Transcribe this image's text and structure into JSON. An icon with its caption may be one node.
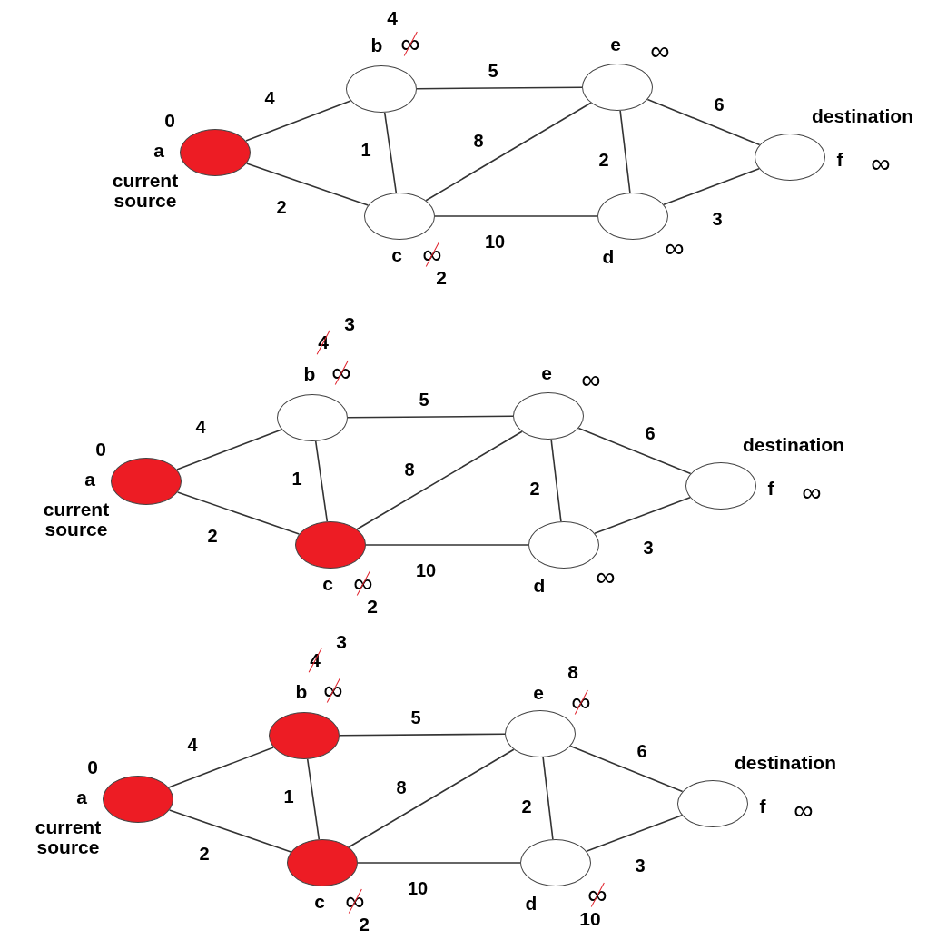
{
  "diagram": {
    "nodes": [
      {
        "text": [],
        "shape": "circle",
        "beside": [
          "0",
          "a",
          "current source"
        ]
      },
      {
        "text": [],
        "shape": "circle",
        "beside": [
          "4",
          "b",
          "∞"
        ]
      },
      {
        "text": [],
        "shape": "circle",
        "beside": [
          "c",
          "∞",
          "2"
        ]
      },
      {
        "text": [],
        "shape": "circle",
        "beside": [
          "e",
          "∞"
        ]
      },
      {
        "text": [],
        "shape": "circle",
        "beside": [
          "d",
          "∞"
        ]
      },
      {
        "text": [],
        "shape": "circle",
        "beside": [
          "destination",
          "f",
          "∞"
        ]
      },
      {
        "text": [],
        "shape": "circle",
        "beside": [
          "0",
          "a",
          "current source"
        ]
      },
      {
        "text": [],
        "shape": "circle",
        "beside": [
          "4",
          "3",
          "b",
          "∞"
        ]
      },
      {
        "text": [],
        "shape": "circle",
        "beside": [
          "c",
          "∞",
          "2"
        ]
      },
      {
        "text": [],
        "shape": "circle",
        "beside": [
          "e",
          "∞"
        ]
      },
      {
        "text": [],
        "shape": "circle",
        "beside": [
          "d",
          "∞"
        ]
      },
      {
        "text": [],
        "shape": "circle",
        "beside": [
          "destination",
          "f",
          "∞"
        ]
      },
      {
        "text": [],
        "shape": "circle",
        "beside": [
          "0",
          "a",
          "current source"
        ]
      },
      {
        "text": [],
        "shape": "circle",
        "beside": [
          "4",
          "3",
          "b",
          "∞"
        ]
      },
      {
        "text": [],
        "shape": "circle",
        "beside": [
          "c",
          "∞",
          "2"
        ]
      },
      {
        "text": [],
        "shape": "circle",
        "beside": [
          "8",
          "e",
          "∞"
        ]
      },
      {
        "text": [],
        "shape": "circle",
        "beside": [
          "d",
          "∞",
          "10"
        ]
      },
      {
        "text": [],
        "shape": "circle",
        "beside": [
          "destination",
          "f",
          "∞"
        ]
      }
    ],
    "edges": [
      {
        "from": 0,
        "to": 1,
        "arrow": "none",
        "label": "4"
      },
      {
        "from": 0,
        "to": 2,
        "arrow": "none",
        "label": "2"
      },
      {
        "from": 1,
        "to": 2,
        "arrow": "none",
        "label": "1"
      },
      {
        "from": 1,
        "to": 3,
        "arrow": "none",
        "label": "5"
      },
      {
        "from": 2,
        "to": 3,
        "arrow": "none",
        "label": "8"
      },
      {
        "from": 2,
        "to": 4,
        "arrow": "none",
        "label": "10"
      },
      {
        "from": 3,
        "to": 4,
        "arrow": "none",
        "label": "2"
      },
      {
        "from": 3,
        "to": 5,
        "arrow": "none",
        "label": "6"
      },
      {
        "from": 4,
        "to": 5,
        "arrow": "none",
        "label": "3"
      },
      {
        "from": 6,
        "to": 7,
        "arrow": "none",
        "label": "4"
      },
      {
        "from": 6,
        "to": 8,
        "arrow": "none",
        "label": "2"
      },
      {
        "from": 7,
        "to": 8,
        "arrow": "none",
        "label": "1"
      },
      {
        "from": 7,
        "to": 9,
        "arrow": "none",
        "label": "5"
      },
      {
        "from": 8,
        "to": 9,
        "arrow": "none",
        "label": "8"
      },
      {
        "from": 8,
        "to": 10,
        "arrow": "none",
        "label": "10"
      },
      {
        "from": 9,
        "to": 10,
        "arrow": "none",
        "label": "2"
      },
      {
        "from": 9,
        "to": 11,
        "arrow": "none",
        "label": "6"
      },
      {
        "from": 10,
        "to": 11,
        "arrow": "none",
        "label": "3"
      },
      {
        "from": 12,
        "to": 13,
        "arrow": "none",
        "label": "4"
      },
      {
        "from": 12,
        "to": 14,
        "arrow": "none",
        "label": "2"
      },
      {
        "from": 13,
        "to": 14,
        "arrow": "none",
        "label": "1"
      },
      {
        "from": 13,
        "to": 15,
        "arrow": "none",
        "label": "5"
      },
      {
        "from": 14,
        "to": 15,
        "arrow": "none",
        "label": "8"
      },
      {
        "from": 14,
        "to": 16,
        "arrow": "none",
        "label": "10"
      },
      {
        "from": 15,
        "to": 16,
        "arrow": "none",
        "label": "2"
      },
      {
        "from": 15,
        "to": 17,
        "arrow": "none",
        "label": "6"
      },
      {
        "from": 16,
        "to": 17,
        "arrow": "none",
        "label": "3"
      }
    ]
  }
}
